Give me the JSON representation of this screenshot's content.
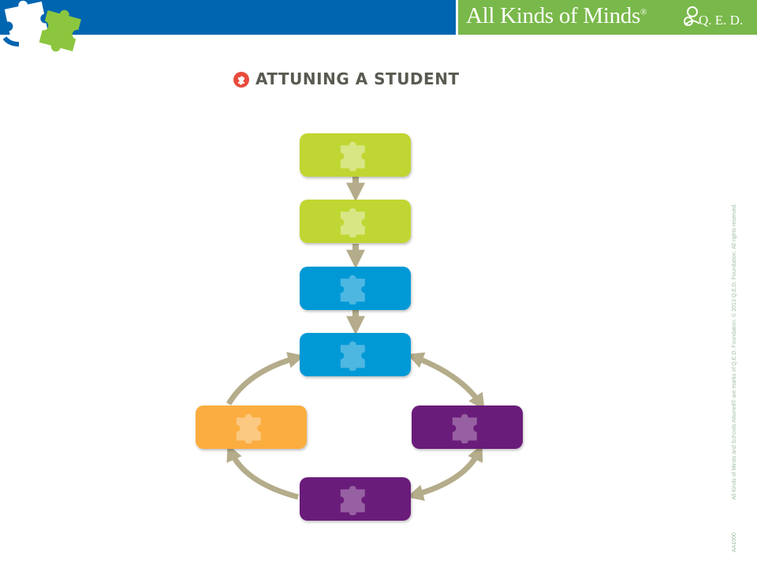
{
  "header": {
    "brand_name": "All Kinds of Minds",
    "brand_mark": "®",
    "qed_text": "Q. E. D."
  },
  "slide": {
    "title": "ATTUNING A STUDENT"
  },
  "diagram": {
    "boxes": [
      {
        "id": "box-1",
        "color": "#c0d632",
        "icon": "puzzle-piece-icon"
      },
      {
        "id": "box-2",
        "color": "#c0d632",
        "icon": "puzzle-piece-icon"
      },
      {
        "id": "box-3",
        "color": "#0399d6",
        "icon": "puzzle-piece-icon"
      },
      {
        "id": "box-4",
        "color": "#0399d6",
        "icon": "puzzle-piece-icon"
      },
      {
        "id": "box-left",
        "color": "#fbad3f",
        "icon": "puzzle-piece-icon"
      },
      {
        "id": "box-right",
        "color": "#6b1f7a",
        "icon": "puzzle-piece-icon"
      },
      {
        "id": "box-bottom",
        "color": "#6b1f7a",
        "icon": "puzzle-piece-icon"
      }
    ],
    "arrow_color": "#b4ac8a"
  },
  "footer": {
    "code": "AA1000",
    "copyright": "All Kinds of Minds and Schools Attuned® are marks of Q.E.D. Foundation. © 2013 Q.E.D. Foundation. All rights reserved."
  },
  "colors": {
    "top_bar": "#0065b0",
    "brand_bar": "#79b84a"
  }
}
